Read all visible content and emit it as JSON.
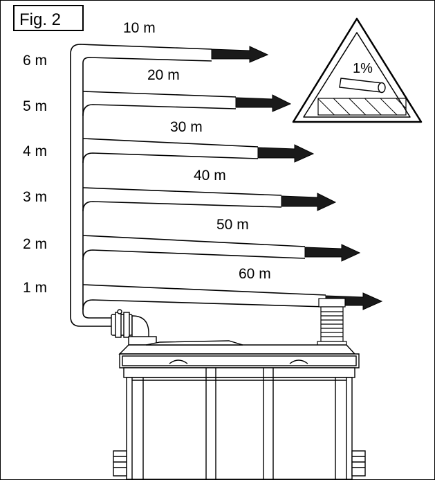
{
  "figure_label": "Fig. 2",
  "heights": [
    "6 m",
    "5 m",
    "4 m",
    "3 m",
    "2 m",
    "1 m"
  ],
  "lengths": [
    "10 m",
    "20 m",
    "30 m",
    "40 m",
    "50 m",
    "60 m"
  ],
  "slope_sign": {
    "label": "1%",
    "icon": "slope-warning-triangle-icon"
  },
  "colors": {
    "line": "#000000",
    "background": "#ffffff",
    "arrow": "#1a1a1a"
  }
}
